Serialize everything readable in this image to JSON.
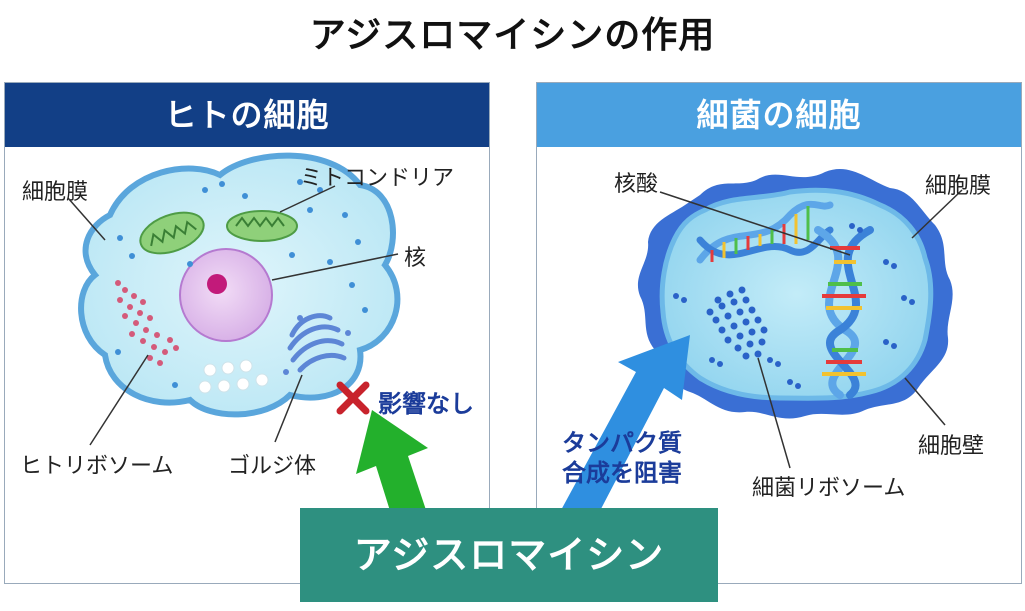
{
  "title": "アジスロマイシンの作用",
  "left_panel": {
    "header": "ヒトの細胞",
    "labels": {
      "membrane": "細胞膜",
      "mitochondria": "ミトコンドリア",
      "nucleus": "核",
      "ribosome": "ヒトリボソーム",
      "golgi": "ゴルジ体"
    },
    "effect": "影響なし"
  },
  "right_panel": {
    "header": "細菌の細胞",
    "labels": {
      "nucleic_acid": "核酸",
      "membrane": "細胞膜",
      "wall": "細胞壁",
      "ribosome": "細菌リボソーム"
    }
  },
  "action": {
    "line1": "タンパク質",
    "line2": "合成を阻害"
  },
  "drug_name": "アジスロマイシン",
  "colors": {
    "left_header": "#123f86",
    "right_header": "#4aa0e0",
    "drug_box": "#2e9080",
    "green_arrow": "#23b02c",
    "blue_arrow": "#2f8fe0",
    "cross": "#c8232c"
  }
}
